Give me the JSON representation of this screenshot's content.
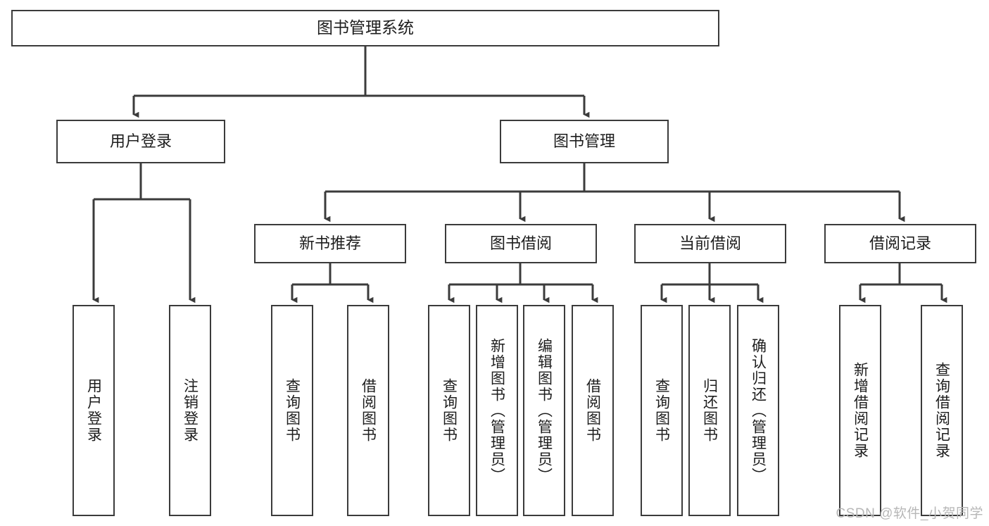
{
  "diagram": {
    "title": "图书管理系统",
    "type": "功能结构图",
    "watermark": "CSDN @软件_小贺同学",
    "style": {
      "stroke_color": "#3b3b3b",
      "fill_color": "#ffffff",
      "text_color": "#1d1d1d",
      "watermark_color": "#b7b7b7",
      "background": "#ffffff"
    },
    "nodes": {
      "root": {
        "label": "图书管理系统"
      },
      "level1": [
        {
          "label": "用户登录"
        },
        {
          "label": "图书管理"
        }
      ],
      "level2": [
        {
          "label": "新书推荐"
        },
        {
          "label": "图书借阅"
        },
        {
          "label": "当前借阅"
        },
        {
          "label": "借阅记录"
        }
      ],
      "leaves": {
        "user_login": [
          {
            "label": "用户登录"
          },
          {
            "label": "注销登录"
          }
        ],
        "new_book": [
          {
            "label": "查询图书"
          },
          {
            "label": "借阅图书"
          }
        ],
        "book_borrow": [
          {
            "label": "查询图书"
          },
          {
            "label": "新增图书（管理员）"
          },
          {
            "label": "编辑图书（管理员）"
          },
          {
            "label": "借阅图书"
          }
        ],
        "current_borrow": [
          {
            "label": "查询图书"
          },
          {
            "label": "归还图书"
          },
          {
            "label": "确认归还（管理员）"
          }
        ],
        "borrow_record": [
          {
            "label": "新增借阅记录"
          },
          {
            "label": "查询借阅记录"
          }
        ]
      }
    },
    "edges": [
      {
        "from": "图书管理系统",
        "to": "用户登录"
      },
      {
        "from": "图书管理系统",
        "to": "图书管理"
      },
      {
        "from": "图书管理",
        "to": "新书推荐"
      },
      {
        "from": "图书管理",
        "to": "图书借阅"
      },
      {
        "from": "图书管理",
        "to": "当前借阅"
      },
      {
        "from": "图书管理",
        "to": "借阅记录"
      },
      {
        "from": "用户登录",
        "to": "用户登录"
      },
      {
        "from": "用户登录",
        "to": "注销登录"
      },
      {
        "from": "新书推荐",
        "to": "查询图书"
      },
      {
        "from": "新书推荐",
        "to": "借阅图书"
      },
      {
        "from": "图书借阅",
        "to": "查询图书"
      },
      {
        "from": "图书借阅",
        "to": "新增图书（管理员）"
      },
      {
        "from": "图书借阅",
        "to": "编辑图书（管理员）"
      },
      {
        "from": "图书借阅",
        "to": "借阅图书"
      },
      {
        "from": "当前借阅",
        "to": "查询图书"
      },
      {
        "from": "当前借阅",
        "to": "归还图书"
      },
      {
        "from": "当前借阅",
        "to": "确认归还（管理员）"
      },
      {
        "from": "借阅记录",
        "to": "新增借阅记录"
      },
      {
        "from": "借阅记录",
        "to": "查询借阅记录"
      }
    ]
  }
}
